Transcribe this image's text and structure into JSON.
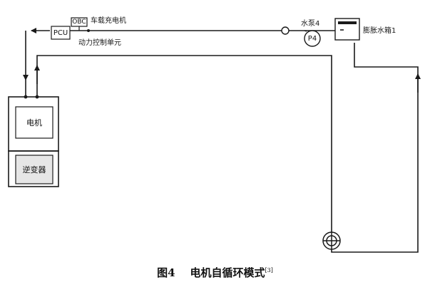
{
  "labels": {
    "obc_box": "OBC",
    "obc_name": "车载充电机",
    "pcu_box": "PCU",
    "pcu_name": "动力控制单元",
    "pump_box": "P4",
    "pump_name": "水泵4",
    "tank_name": "膨胀水箱1",
    "motor_box": "电机",
    "inverter_box": "逆变器"
  },
  "caption": {
    "figure": "图4",
    "title": "电机自循环模式",
    "ref": "[3]"
  },
  "colors": {
    "line": "#1a1a1a",
    "inverter_fill": "#e6e6e6",
    "box_fill": "#ffffff"
  }
}
